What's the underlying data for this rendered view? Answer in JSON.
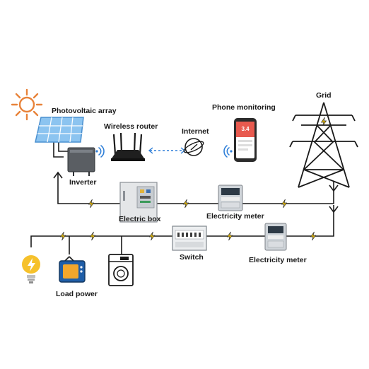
{
  "labels": {
    "pv_array": "Photovoltaic array",
    "wireless_router": "Wireless router",
    "internet": "Internet",
    "phone_monitoring": "Phone monitoring",
    "grid": "Grid",
    "inverter": "Inverter",
    "electric_box": "Electric box",
    "electricity_meter_1": "Electricity meter",
    "switch": "Switch",
    "electricity_meter_2": "Electricity meter",
    "load_power": "Load power"
  },
  "phone_screen": {
    "reading": "3.4"
  },
  "colors": {
    "wire": "#1a1a1a",
    "bolt": "#f2c200",
    "panel_blue": "#6aaee8",
    "sun": "#e8833a",
    "phone_accent": "#e85a4f",
    "wifi_blue": "#2f7fd8"
  }
}
